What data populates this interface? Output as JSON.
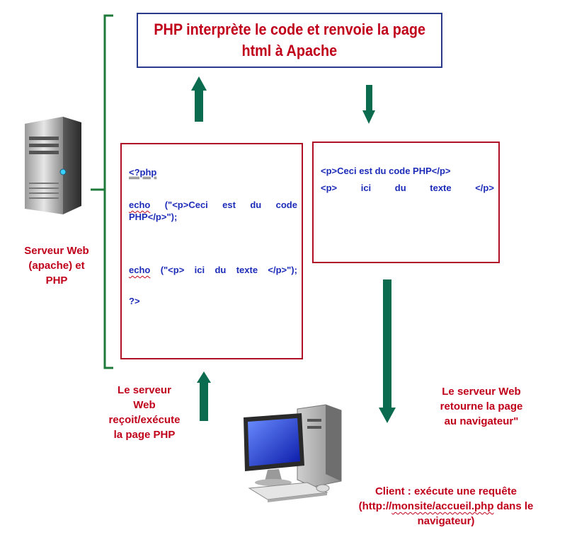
{
  "title": {
    "line1": "PHP interprète le code et renvoie la page",
    "line2": "html à Apache"
  },
  "php_code": {
    "open_tag": "<?php",
    "echo1_kw": "echo",
    "echo1_rest": [
      "(\"<p>Ceci",
      "est",
      "du",
      "code"
    ],
    "echo1_line2": "PHP</p>\");",
    "echo2_kw": "echo",
    "echo2_rest": [
      "(\"<p>",
      "ici",
      "du",
      "texte",
      "</p>\");"
    ],
    "close_tag": "?>"
  },
  "html_output": {
    "line1": "<p>Ceci est du code PHP</p>",
    "line2": [
      "<p>",
      "ici",
      "du",
      "texte",
      "</p>"
    ]
  },
  "server_label": [
    "Serveur Web",
    "(apache) et",
    "PHP"
  ],
  "server_receive_label": [
    "Le serveur",
    "Web",
    "reçoit/exécute",
    "la page  PHP"
  ],
  "server_return_label": [
    "Le serveur Web",
    "retourne la page",
    "au navigateur\""
  ],
  "client_label": {
    "line1": "Client : exécute une requête",
    "line2_prefix": "(http://",
    "line2_link": "monsite/accueil.php",
    "line2_suffix": " dans  le",
    "line3": "navigateur)"
  },
  "colors": {
    "title_border": "#2a3a8c",
    "label_red": "#c0001a",
    "code_blue": "#1c2bb8",
    "box_border": "#b01025",
    "arrow_green": "#0b6b4e",
    "bracket_green": "#1e7a3a"
  },
  "icons": [
    "server-tower-icon",
    "desktop-computer-icon"
  ]
}
